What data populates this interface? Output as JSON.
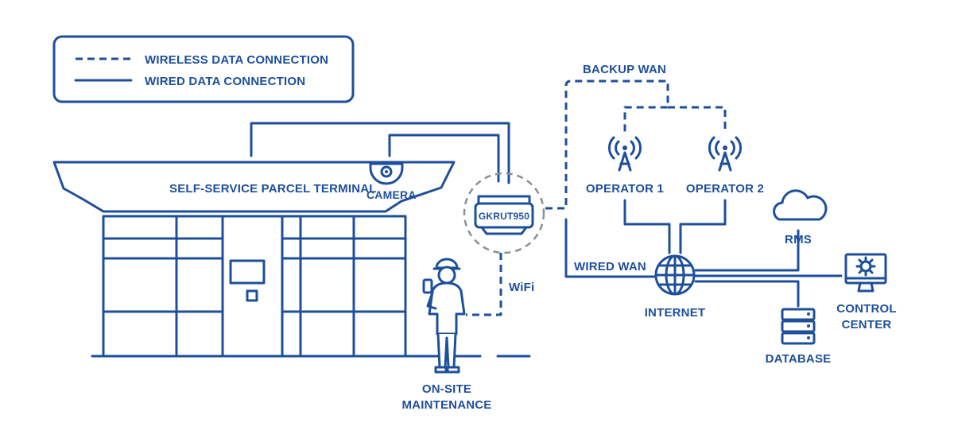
{
  "legend": {
    "wireless": "WIRELESS DATA CONNECTION",
    "wired": "WIRED DATA CONNECTION"
  },
  "terminal": {
    "title": "SELF-SERVICE PARCEL TERMINAL"
  },
  "camera": {
    "label": "CAMERA"
  },
  "router": {
    "model": "GKRUT950"
  },
  "links": {
    "backup_wan": "BACKUP WAN",
    "wired_wan": "WIRED WAN",
    "wifi": "WiFi"
  },
  "operators": {
    "op1": "OPERATOR 1",
    "op2": "OPERATOR 2"
  },
  "internet": {
    "label": "INTERNET"
  },
  "rms": {
    "label": "RMS"
  },
  "control_center": {
    "line1": "CONTROL",
    "line2": "CENTER"
  },
  "database": {
    "label": "DATABASE"
  },
  "maintenance": {
    "line1": "ON-SITE",
    "line2": "MAINTENANCE"
  },
  "colors": {
    "primary": "#1d4f9c",
    "dashed_circle": "#8a8f98"
  }
}
